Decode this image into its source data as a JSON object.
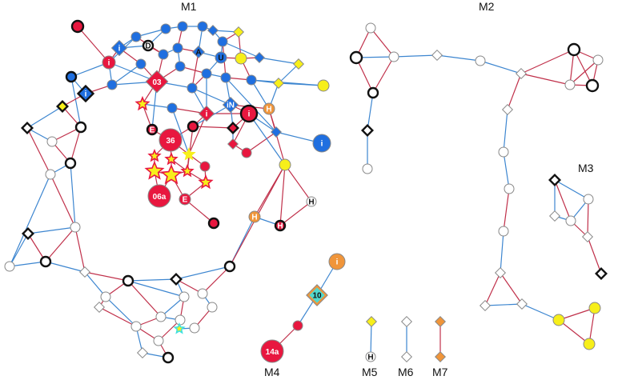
{
  "modules": [
    {
      "id": "m1",
      "label": "M1"
    },
    {
      "id": "m2",
      "label": "M2"
    },
    {
      "id": "m3",
      "label": "M3"
    },
    {
      "id": "m4",
      "label": "M4"
    },
    {
      "id": "m5",
      "label": "M5"
    },
    {
      "id": "m6",
      "label": "M6"
    },
    {
      "id": "m7",
      "label": "M7"
    }
  ],
  "colors": {
    "red": "#e8173f",
    "blue": "#1f6fe0",
    "yellow": "#f7ef1a",
    "orange": "#f0953a",
    "white": "#ffffff",
    "cyan": "#3fe0e0",
    "edge_red": "#c0304a",
    "edge_blue": "#3d86d0",
    "outline": "#888888",
    "dark": "#111111"
  },
  "node_labels": {
    "n_i1": "i",
    "n_i2": "i",
    "n_i3": "i",
    "n_i4": "i",
    "n_i5": "i",
    "n_i6": "i",
    "n_03": "03",
    "n_36": "36",
    "n_06a": "06a",
    "n_E1": "E",
    "n_E2": "E",
    "n_D": "D",
    "n_A": "A",
    "n_U": "U",
    "n_iN": "iN",
    "n_H1": "H",
    "n_H2": "H",
    "n_H3": "H",
    "n_H4": "H",
    "n_H5": "H",
    "n_10": "10",
    "n_14a": "14a",
    "n_i7": "i"
  }
}
